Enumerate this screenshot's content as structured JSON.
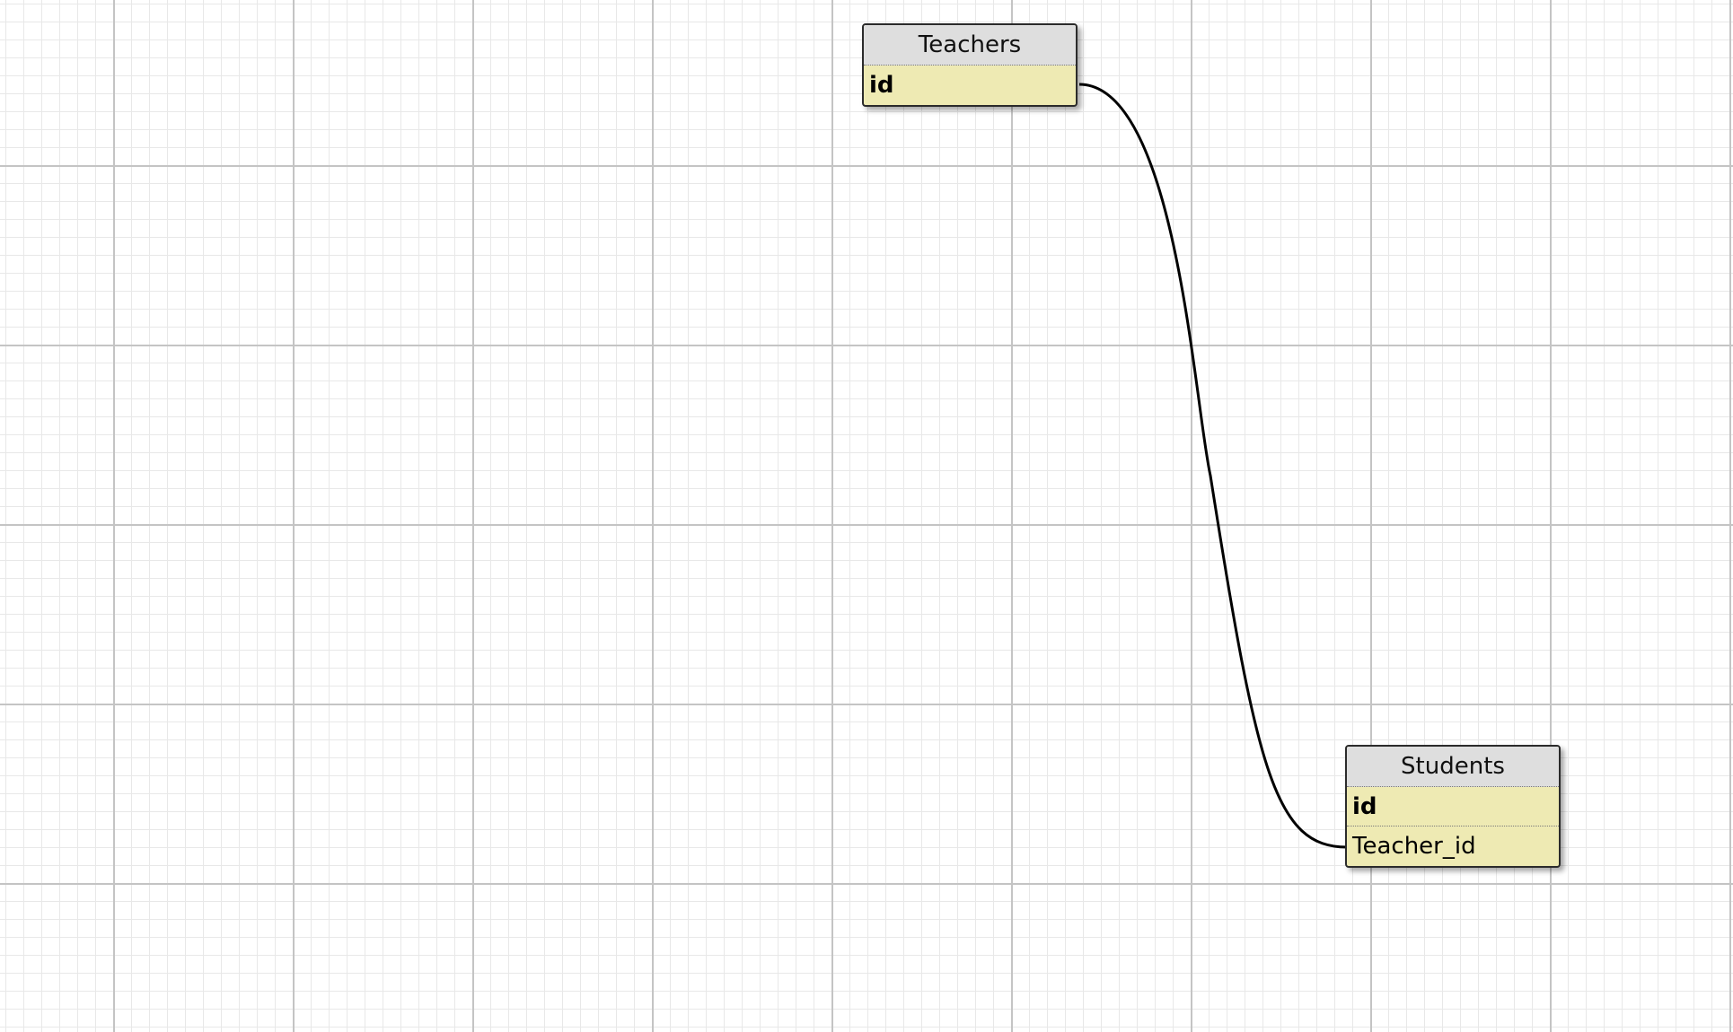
{
  "colors": {
    "header_bg": "#dedede",
    "field_bg": "#eeeab3",
    "border": "#2b2b2b",
    "link": "#000000"
  },
  "tables": {
    "teachers": {
      "name": "Teachers",
      "fields": [
        {
          "name": "id",
          "primary_key": true
        }
      ]
    },
    "students": {
      "name": "Students",
      "fields": [
        {
          "name": "id",
          "primary_key": true
        },
        {
          "name": "Teacher_id",
          "primary_key": false
        }
      ]
    }
  },
  "relationships": [
    {
      "from_table": "teachers",
      "from_field": "id",
      "to_table": "students",
      "to_field": "Teacher_id"
    }
  ]
}
